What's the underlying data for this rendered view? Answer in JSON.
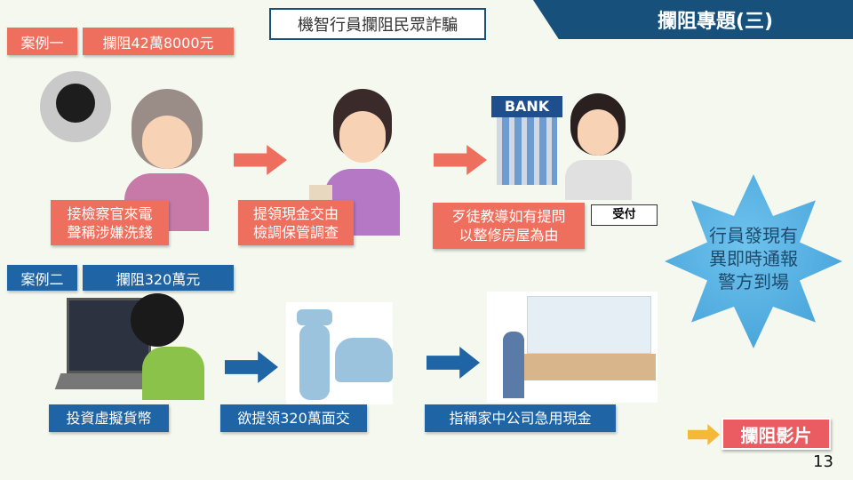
{
  "header": {
    "title": "攔阻專題(三)",
    "subtitle": "機智行員攔阻民眾詐騙"
  },
  "case1": {
    "tag": "案例一",
    "amount": "攔阻42萬8000元",
    "steps": [
      {
        "line1": "接檢察官來電",
        "line2": "聲稱涉嫌洗錢"
      },
      {
        "line1": "提領現金交由",
        "line2": "檢調保管調查"
      },
      {
        "line1": "歹徒教導如有提問",
        "line2": "以整修房屋為由"
      }
    ],
    "bank_sign": "BANK",
    "counter_sign": "受付"
  },
  "case2": {
    "tag": "案例二",
    "amount": "攔阻320萬元",
    "steps": [
      "投資虛擬貨幣",
      "欲提領320萬面交",
      "指稱家中公司急用現金"
    ]
  },
  "star": {
    "line1": "行員發現有",
    "line2": "異即時通報",
    "line3": "警方到場"
  },
  "video_button": "攔阻影片",
  "page_number": "13",
  "colors": {
    "banner": "#17507a",
    "red": "#ef6f5e",
    "blue": "#1f64a5",
    "star": "#4aa8dc"
  }
}
